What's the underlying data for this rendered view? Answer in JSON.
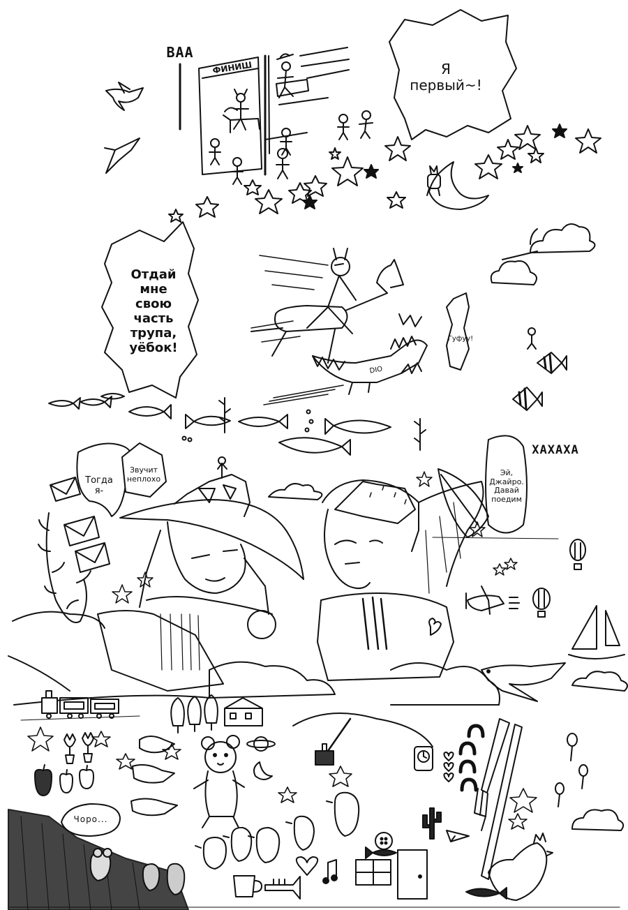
{
  "sfx": {
    "baa": "ВАА",
    "hahaha": "ХАХАХА"
  },
  "sign": {
    "finish": "ФИНИШ"
  },
  "bubbles": {
    "first": "Я\nпервый~!",
    "give_me": "Отдай\nмне\nсвою\nчасть\nтрупа,\nуёбок!",
    "gufuu": "Гуфуу!",
    "then_i": "Тогда\nя-",
    "sounds_good": "Звучит\nнеплохо",
    "hey_gyro": "Эй,\nДжайро.\nДавай\nпоедим",
    "choro": "Чоро..."
  },
  "doodle_labels": {
    "dio": "DIO"
  },
  "colors": {
    "ink": "#111111",
    "paper": "#ffffff"
  }
}
